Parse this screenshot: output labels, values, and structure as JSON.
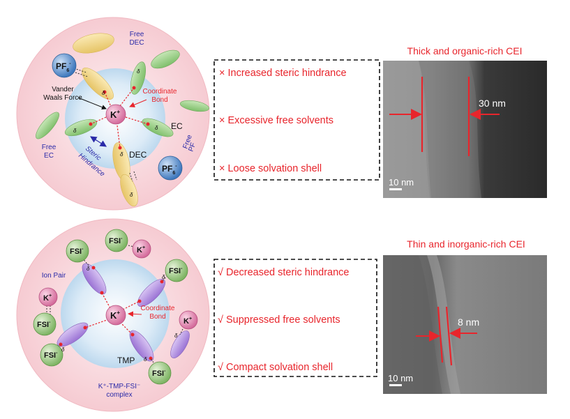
{
  "top": {
    "labels": {
      "free_dec_1": "Free",
      "free_dec_2": "DEC",
      "pf6": "PF",
      "pf6_sub": "6",
      "pf6_sup": "-",
      "vdw_1": "Vander",
      "vdw_2": "Waals Force",
      "coord_1": "Coordinate",
      "coord_2": "Bond",
      "k": "K",
      "k_sup": "+",
      "ec": "EC",
      "dec": "DEC",
      "steric_1": "Steric",
      "steric_2": "Hindrance",
      "free_ec_1": "Free",
      "free_ec_2": "EC",
      "free_pf6_1": "Free",
      "free_pf6_2": "PF",
      "delta": "δ"
    },
    "box_lines": [
      "× Increased steric hindrance",
      "× Excessive free solvents",
      "× Loose solvation shell"
    ],
    "tem": {
      "title": "Thick and organic-rich CEI",
      "thickness": "30 nm",
      "scale": "10 nm"
    }
  },
  "bottom": {
    "labels": {
      "fsi": "FSI",
      "fsi_sup": "-",
      "k": "K",
      "k_sup": "+",
      "ion_pair": "Ion Pair",
      "coord_1": "Coordinate",
      "coord_2": "Bond",
      "tmp": "TMP",
      "complex_1": "K⁺-TMP-FSI⁻",
      "complex_2": "complex",
      "delta": "δ"
    },
    "box_lines": [
      "√ Decreased steric hindrance",
      "√ Suppressed free solvents",
      "√ Compact solvation shell"
    ],
    "tem": {
      "title": "Thin and inorganic-rich CEI",
      "thickness": "8 nm",
      "scale": "10 nm"
    }
  },
  "colors": {
    "accent_red": "#e8252c",
    "shell_pink": "#f9d7dc",
    "inner_blue": "#cfe3f2",
    "ec_green": "#9ccf8a",
    "dec_yellow": "#f1d98a",
    "tmp_purple": "#b693e0",
    "k_pink": "#e58cb4",
    "pf6_blue": "#5f94cf",
    "fsi_green": "#a8cf8e"
  }
}
